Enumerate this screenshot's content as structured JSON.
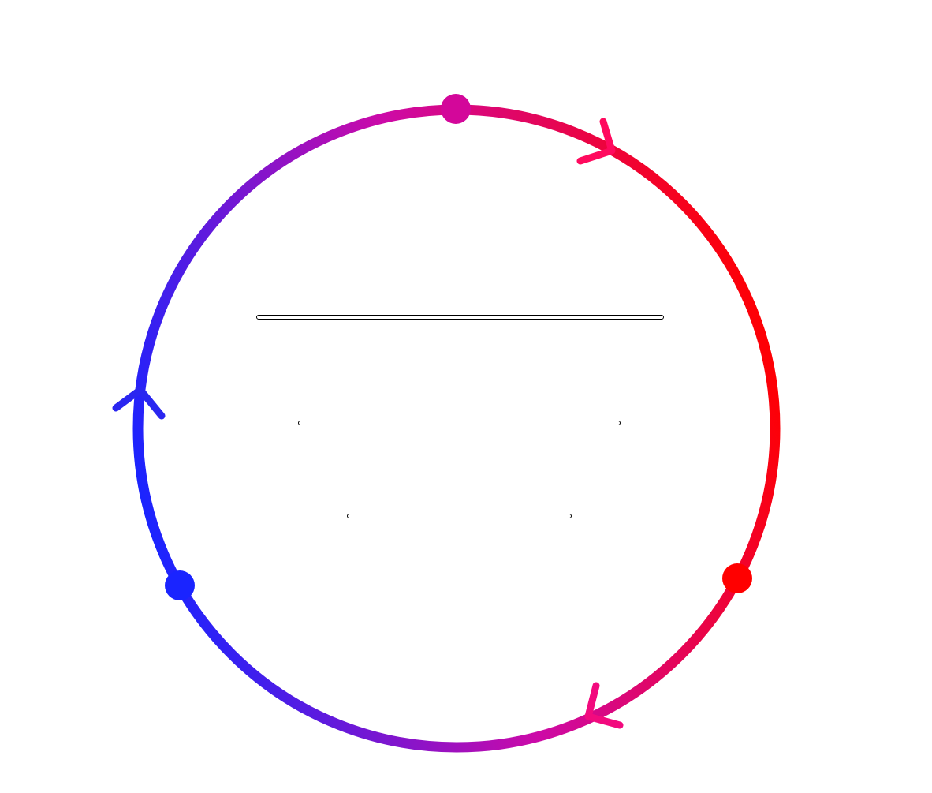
{
  "diagram": {
    "type": "cycle",
    "gradient": {
      "start_color": "#ff0000",
      "end_color": "#1a24ff"
    },
    "nodes": [
      {
        "id": "top",
        "color": "#d3079a"
      },
      {
        "id": "right",
        "color": "#ff0000"
      },
      {
        "id": "left",
        "color": "#1a24ff"
      }
    ],
    "arrow_icons": [
      "arrow-clockwise-top-right",
      "arrow-clockwise-bottom",
      "arrow-clockwise-left"
    ],
    "text_lines": [
      "",
      "",
      ""
    ]
  }
}
